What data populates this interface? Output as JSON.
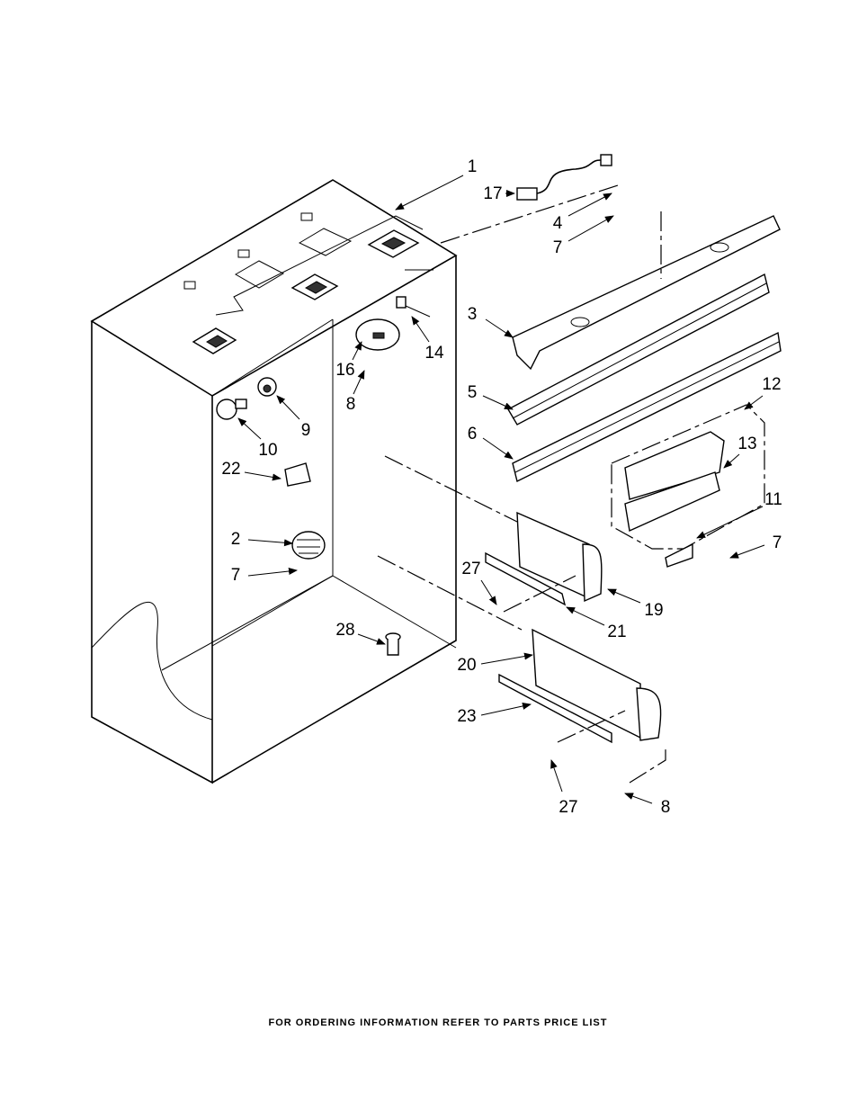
{
  "diagram": {
    "callouts": [
      "1",
      "17",
      "4",
      "7",
      "3",
      "14",
      "16",
      "8",
      "5",
      "9",
      "10",
      "6",
      "12",
      "13",
      "11",
      "22",
      "2",
      "7",
      "7",
      "27",
      "19",
      "21",
      "28",
      "20",
      "23",
      "27",
      "8"
    ]
  },
  "footer": {
    "text": "FOR ORDERING INFORMATION REFER TO PARTS PRICE LIST"
  }
}
